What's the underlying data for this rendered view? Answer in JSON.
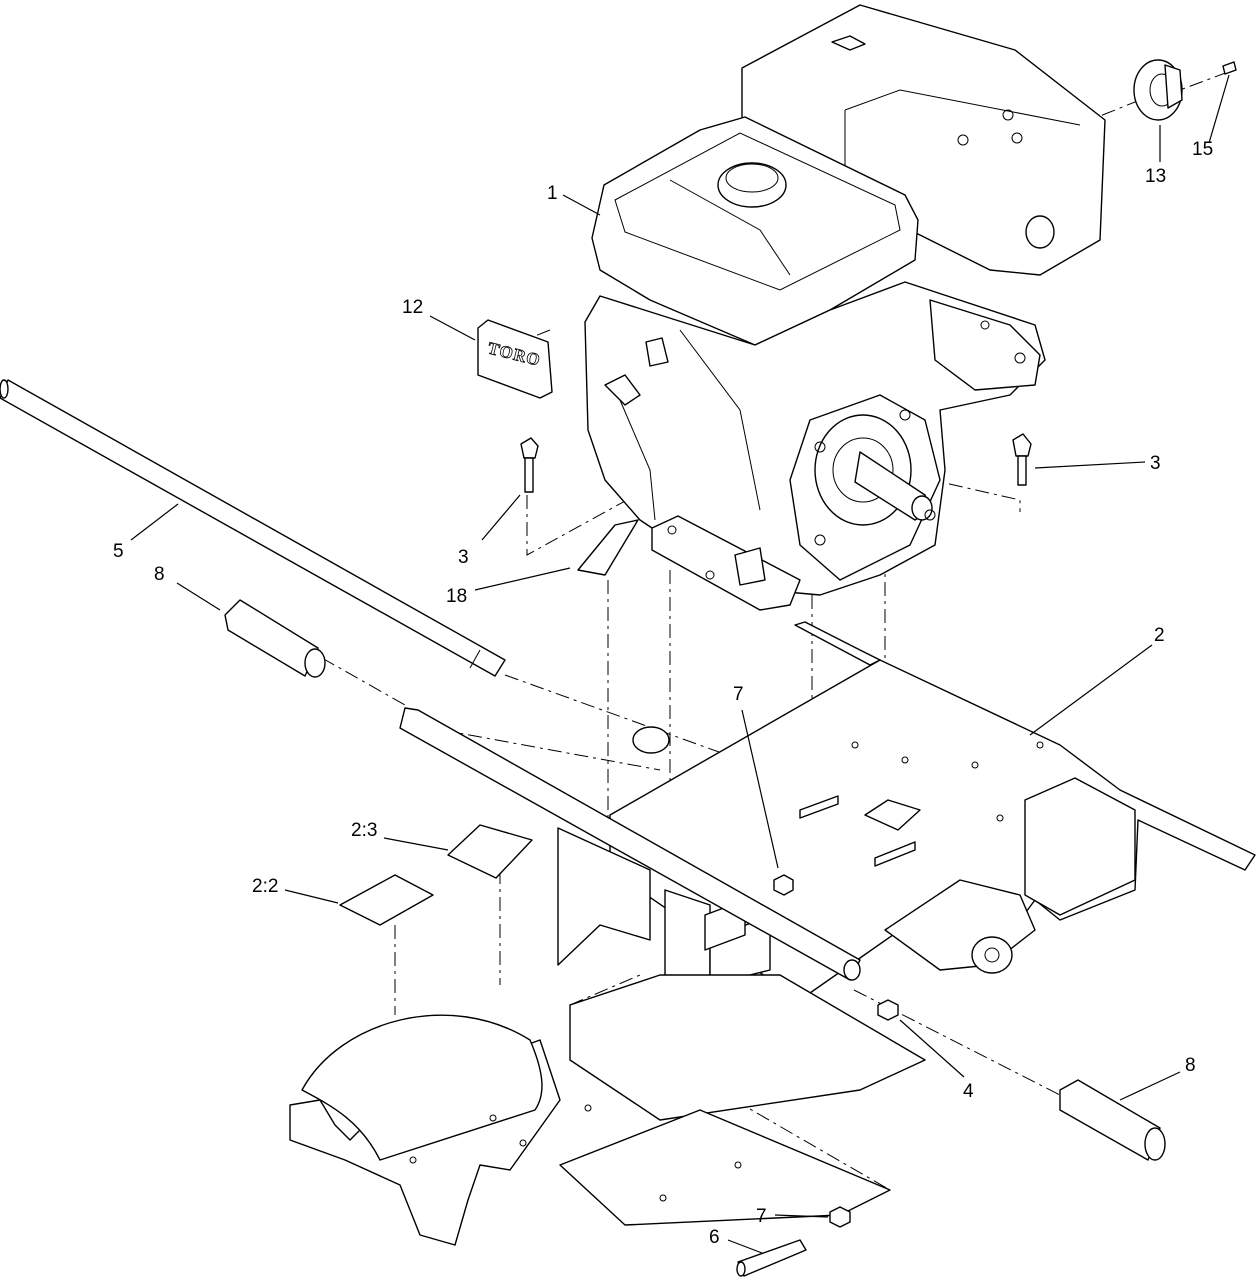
{
  "diagram": {
    "decal_logo_text": "TORO",
    "callouts": {
      "c1": "1",
      "c2": "2",
      "c3a": "3",
      "c3b": "3",
      "c4": "4",
      "c5": "5",
      "c6": "6",
      "c7a": "7",
      "c7b": "7",
      "c8a": "8",
      "c8b": "8",
      "c12": "12",
      "c13": "13",
      "c15": "15",
      "c18": "18",
      "c22": "2:2",
      "c23": "2:3"
    }
  }
}
